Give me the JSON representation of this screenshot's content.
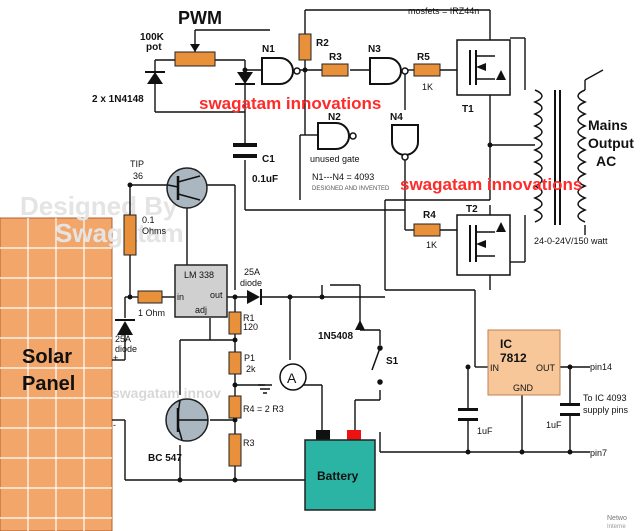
{
  "labels": {
    "pwm": "PWM",
    "pot": "100K",
    "pot_sub": "pot",
    "diodes": "2 x 1N4148",
    "n1": "N1",
    "n2": "N2",
    "n3": "N3",
    "n4": "N4",
    "r2": "R2",
    "r3": "R3",
    "r4": "R4",
    "r5": "R5",
    "r5_val": "1K",
    "r4_val": "1K",
    "mosfets": "mosfets = IRZ44n",
    "t1": "T1",
    "t2": "T2",
    "c1": "C1",
    "c1_val": "0.1uF",
    "unused_gate": "unused gate",
    "gate_ic": "N1---N4 = 4093",
    "designed_small": "DESIGNED AND INVENTED",
    "watermark_1": "swagatam innovations",
    "watermark_2": "swagatam innovations",
    "watermark_3": "swagatam innov",
    "designed_by_1": "Designed By",
    "designed_by_2": "Swagatam",
    "tip": "TIP",
    "tip_num": "36",
    "r_01": "0.1",
    "r_01_unit": "Ohms",
    "lm338": "LM 338",
    "lm_in": "in",
    "lm_out": "out",
    "lm_adj": "adj",
    "r_1ohm": "1 Ohm",
    "diode_25a_top": "25A",
    "diode_25a_top2": "diode",
    "diode_25a_left": "25A",
    "diode_25a_left2": "diode",
    "r1": "R1",
    "r1_val": "120",
    "p1": "P1",
    "p1_val": "2k",
    "r4_eq": "R4 = 2 R3",
    "r3_low": "R3",
    "bc547": "BC 547",
    "in5408": "1N5408",
    "s1": "S1",
    "ammeter": "A",
    "battery": "Battery",
    "mains": "Mains",
    "output": "Output",
    "ac": "AC",
    "trafo": "24-0-24V/150 watt",
    "ic": "IC",
    "ic_num": "7812",
    "ic_in": "IN",
    "ic_out": "OUT",
    "ic_gnd": "GND",
    "pin14": "pin14",
    "pin7": "pin7",
    "to_ic": "To IC 4093",
    "supply": "supply pins",
    "cap_a": "1uF",
    "cap_b": "1uF",
    "solar": "Solar",
    "panel": "Panel",
    "plus": "+",
    "minus": "-",
    "corner": "Netwo",
    "corner2": "Interne"
  },
  "colors": {
    "resistor": "#e8903a",
    "watermark_red": "#ff2a2a",
    "battery": "#2bb3a3",
    "ic_box": "#f7c79a",
    "solar": "#f3a66a",
    "lm_box": "#d0d0d0"
  }
}
